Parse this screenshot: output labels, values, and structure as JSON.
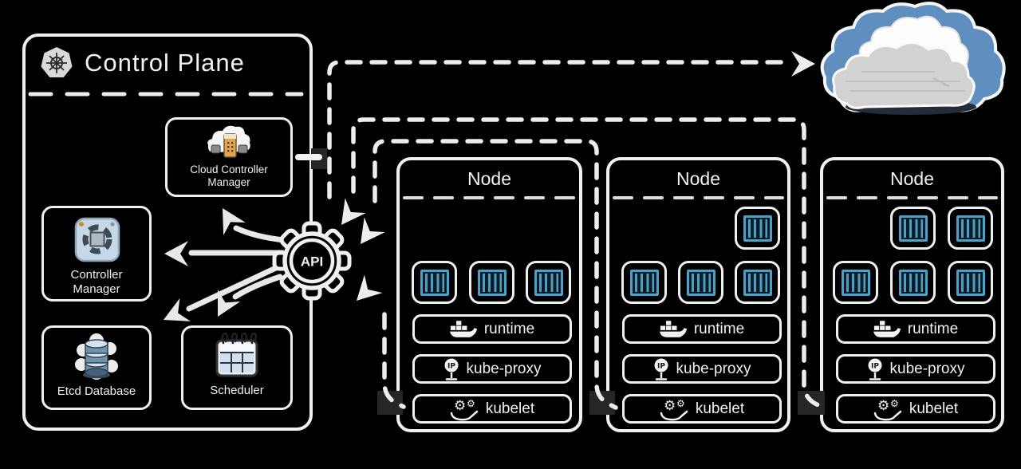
{
  "control_plane": {
    "title": "Control Plane",
    "api": {
      "label": "API"
    },
    "components": {
      "cloud_controller_manager": {
        "line1": "Cloud Controller",
        "line2": "Manager"
      },
      "controller_manager": {
        "line1": "Controller",
        "line2": "Manager"
      },
      "etcd": {
        "label": "Etcd Database"
      },
      "scheduler": {
        "label": "Scheduler"
      }
    }
  },
  "nodes": [
    {
      "title": "Node",
      "container_count": 3,
      "services": [
        {
          "label": "runtime"
        },
        {
          "label": "kube-proxy"
        },
        {
          "label": "kubelet"
        }
      ]
    },
    {
      "title": "Node",
      "container_count": 4,
      "services": [
        {
          "label": "runtime"
        },
        {
          "label": "kube-proxy"
        },
        {
          "label": "kubelet"
        }
      ]
    },
    {
      "title": "Node",
      "container_count": 5,
      "services": [
        {
          "label": "runtime"
        },
        {
          "label": "kube-proxy"
        },
        {
          "label": "kubelet"
        }
      ]
    }
  ],
  "colors": {
    "background": "#000000",
    "line": "#EDEDED",
    "container_blue": "#4BA0C8",
    "cloud_back_blue": "#5E8FBE",
    "cloud_front_gray": "#D2D2D2",
    "server_orange": "#E2A45A"
  }
}
